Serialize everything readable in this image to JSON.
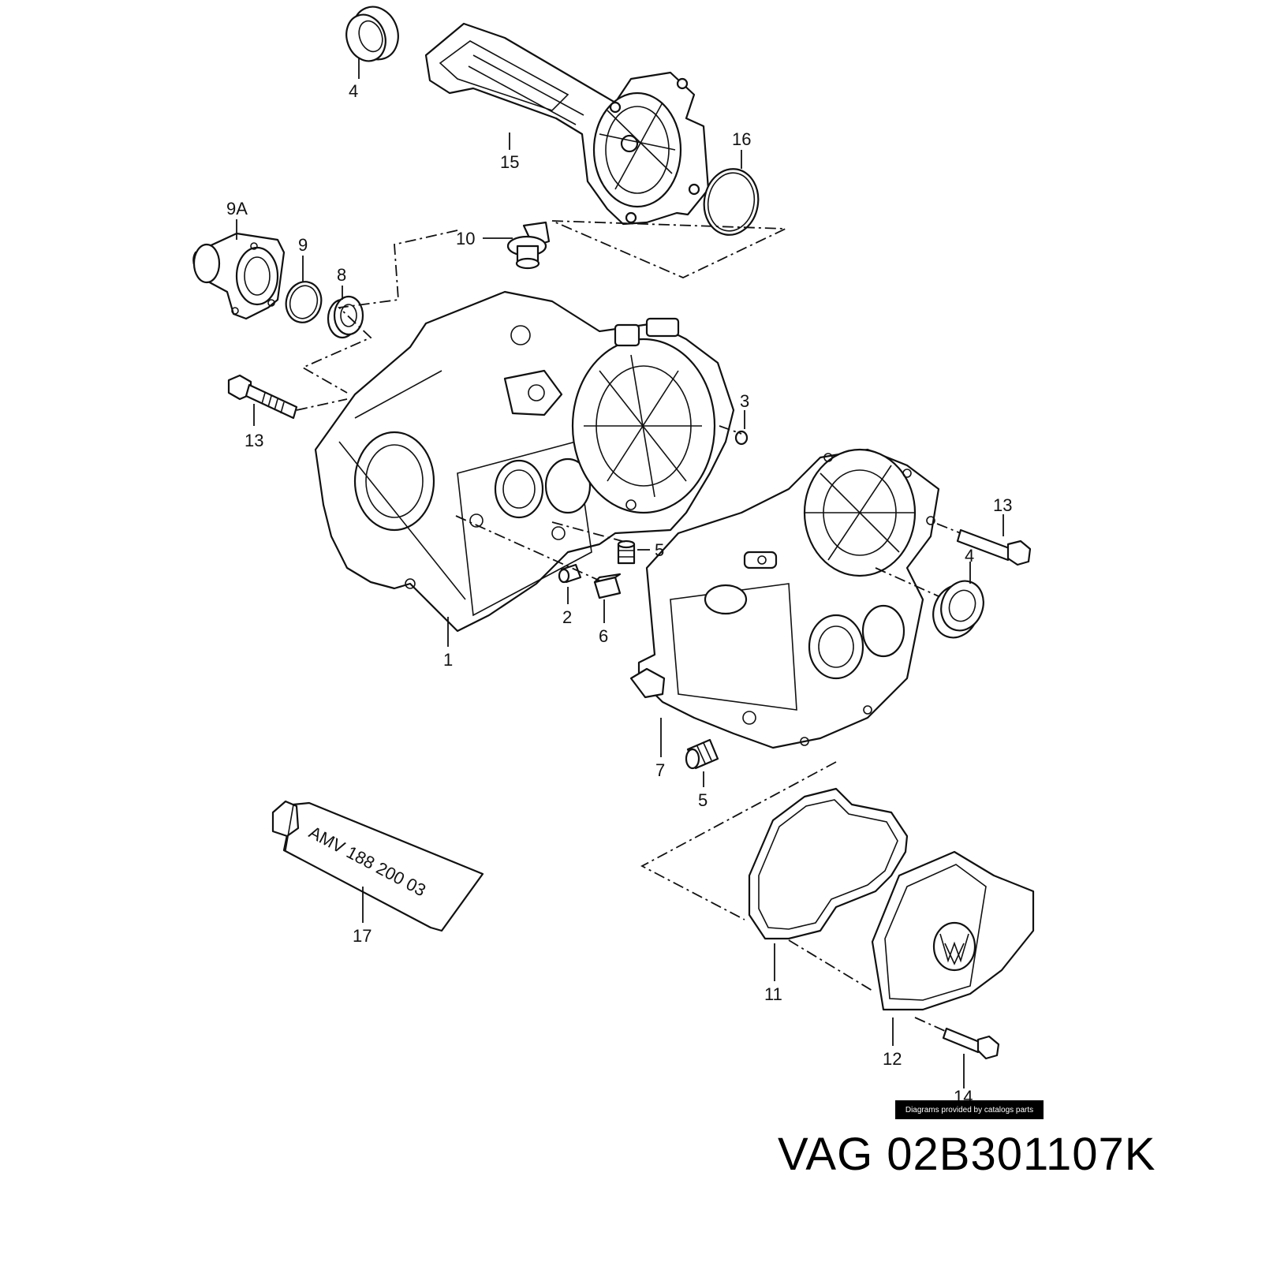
{
  "diagram": {
    "callouts": [
      {
        "id": "c4-top",
        "text": "4"
      },
      {
        "id": "c15",
        "text": "15"
      },
      {
        "id": "c16",
        "text": "16"
      },
      {
        "id": "c9A",
        "text": "9A"
      },
      {
        "id": "c9",
        "text": "9"
      },
      {
        "id": "c8",
        "text": "8"
      },
      {
        "id": "c10",
        "text": "10"
      },
      {
        "id": "c13-left",
        "text": "13"
      },
      {
        "id": "c3",
        "text": "3"
      },
      {
        "id": "c5-upper",
        "text": "5"
      },
      {
        "id": "c2",
        "text": "2"
      },
      {
        "id": "c6",
        "text": "6"
      },
      {
        "id": "c1",
        "text": "1"
      },
      {
        "id": "c13-right",
        "text": "13"
      },
      {
        "id": "c4-right",
        "text": "4"
      },
      {
        "id": "c7",
        "text": "7"
      },
      {
        "id": "c5-lower",
        "text": "5"
      },
      {
        "id": "c17",
        "text": "17"
      },
      {
        "id": "c11",
        "text": "11"
      },
      {
        "id": "c12",
        "text": "12"
      },
      {
        "id": "c14",
        "text": "14"
      }
    ],
    "tube_label": "AMV  188 200 03",
    "credit": "Diagrams provided by catalogs parts"
  },
  "part_number": "VAG 02B301107K"
}
